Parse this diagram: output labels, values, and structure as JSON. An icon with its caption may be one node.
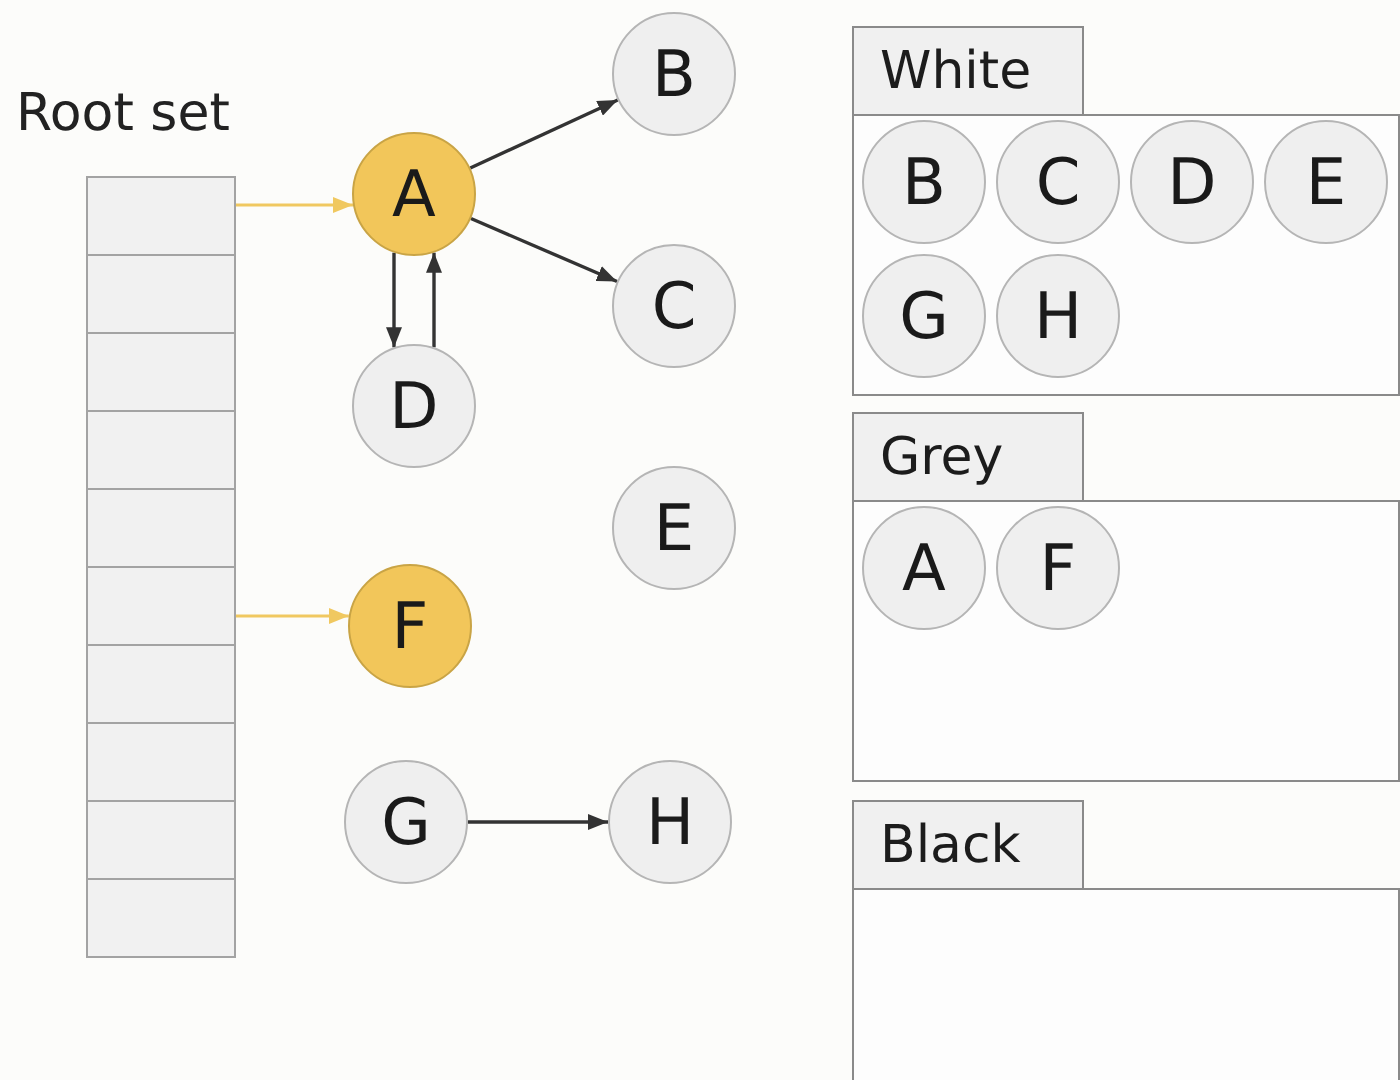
{
  "diagram": {
    "nodes": [
      {
        "text": [
          "Root set"
        ]
      },
      {
        "text": [],
        "shape": "box",
        "in": 0
      },
      {
        "text": [],
        "shape": "box",
        "in": 0
      },
      {
        "text": [],
        "shape": "box",
        "in": 0
      },
      {
        "text": [],
        "shape": "box",
        "in": 0
      },
      {
        "text": [],
        "shape": "box",
        "in": 0
      },
      {
        "text": [],
        "shape": "box",
        "in": 0
      },
      {
        "text": [],
        "shape": "box",
        "in": 0
      },
      {
        "text": [],
        "shape": "box",
        "in": 0
      },
      {
        "text": [],
        "shape": "box",
        "in": 0
      },
      {
        "text": [],
        "shape": "box",
        "in": 0
      },
      {
        "text": [
          "A"
        ]
      },
      {
        "text": [
          "B"
        ]
      },
      {
        "text": [
          "C"
        ]
      },
      {
        "text": [
          "D"
        ]
      },
      {
        "text": [
          "E"
        ]
      },
      {
        "text": [
          "F"
        ]
      },
      {
        "text": [
          "G"
        ]
      },
      {
        "text": [
          "H"
        ]
      },
      {
        "text": [
          "White"
        ]
      },
      {
        "text": [
          "B"
        ],
        "in": 19
      },
      {
        "text": [
          "C"
        ],
        "in": 19
      },
      {
        "text": [
          "D"
        ],
        "in": 19
      },
      {
        "text": [
          "E"
        ],
        "in": 19
      },
      {
        "text": [
          "G"
        ],
        "in": 19
      },
      {
        "text": [
          "H"
        ],
        "in": 19
      },
      {
        "text": [
          "Grey"
        ]
      },
      {
        "text": [
          "A"
        ],
        "in": 26
      },
      {
        "text": [
          "F"
        ],
        "in": 26
      },
      {
        "text": [
          "Black"
        ]
      }
    ],
    "edges": [
      {
        "from": 1,
        "to": 11,
        "arrow": "to",
        "color": "#f0c860"
      },
      {
        "from": 6,
        "to": 16,
        "arrow": "to",
        "color": "#f0c860"
      },
      {
        "from": 11,
        "to": 12,
        "arrow": "to"
      },
      {
        "from": 11,
        "to": 13,
        "arrow": "to"
      },
      {
        "from": 11,
        "to": 14,
        "arrow": "to"
      },
      {
        "from": 14,
        "to": 11,
        "arrow": "to"
      },
      {
        "from": 17,
        "to": 18,
        "arrow": "to"
      }
    ]
  }
}
